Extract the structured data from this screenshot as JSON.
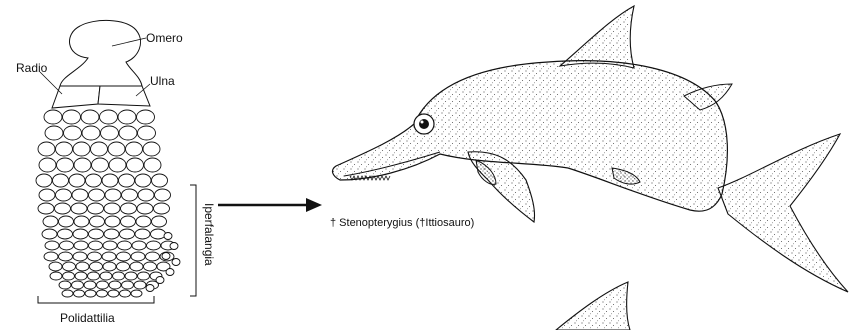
{
  "labels": {
    "omero": "Omero",
    "radio": "Radio",
    "ulna": "Ulna",
    "iperfalangia": "Iperfalangia",
    "polidattilia": "Polidattilia",
    "caption": "† Stenopterygius (†Ittiosauro)"
  },
  "icons": {
    "fin_skeleton": "ichthyosaur-forefin-skeleton",
    "ichthyosaur": "stenopterygius-ichthyosaur",
    "arrow": "right-arrow"
  },
  "colors": {
    "ink": "#111111",
    "background": "#ffffff"
  }
}
